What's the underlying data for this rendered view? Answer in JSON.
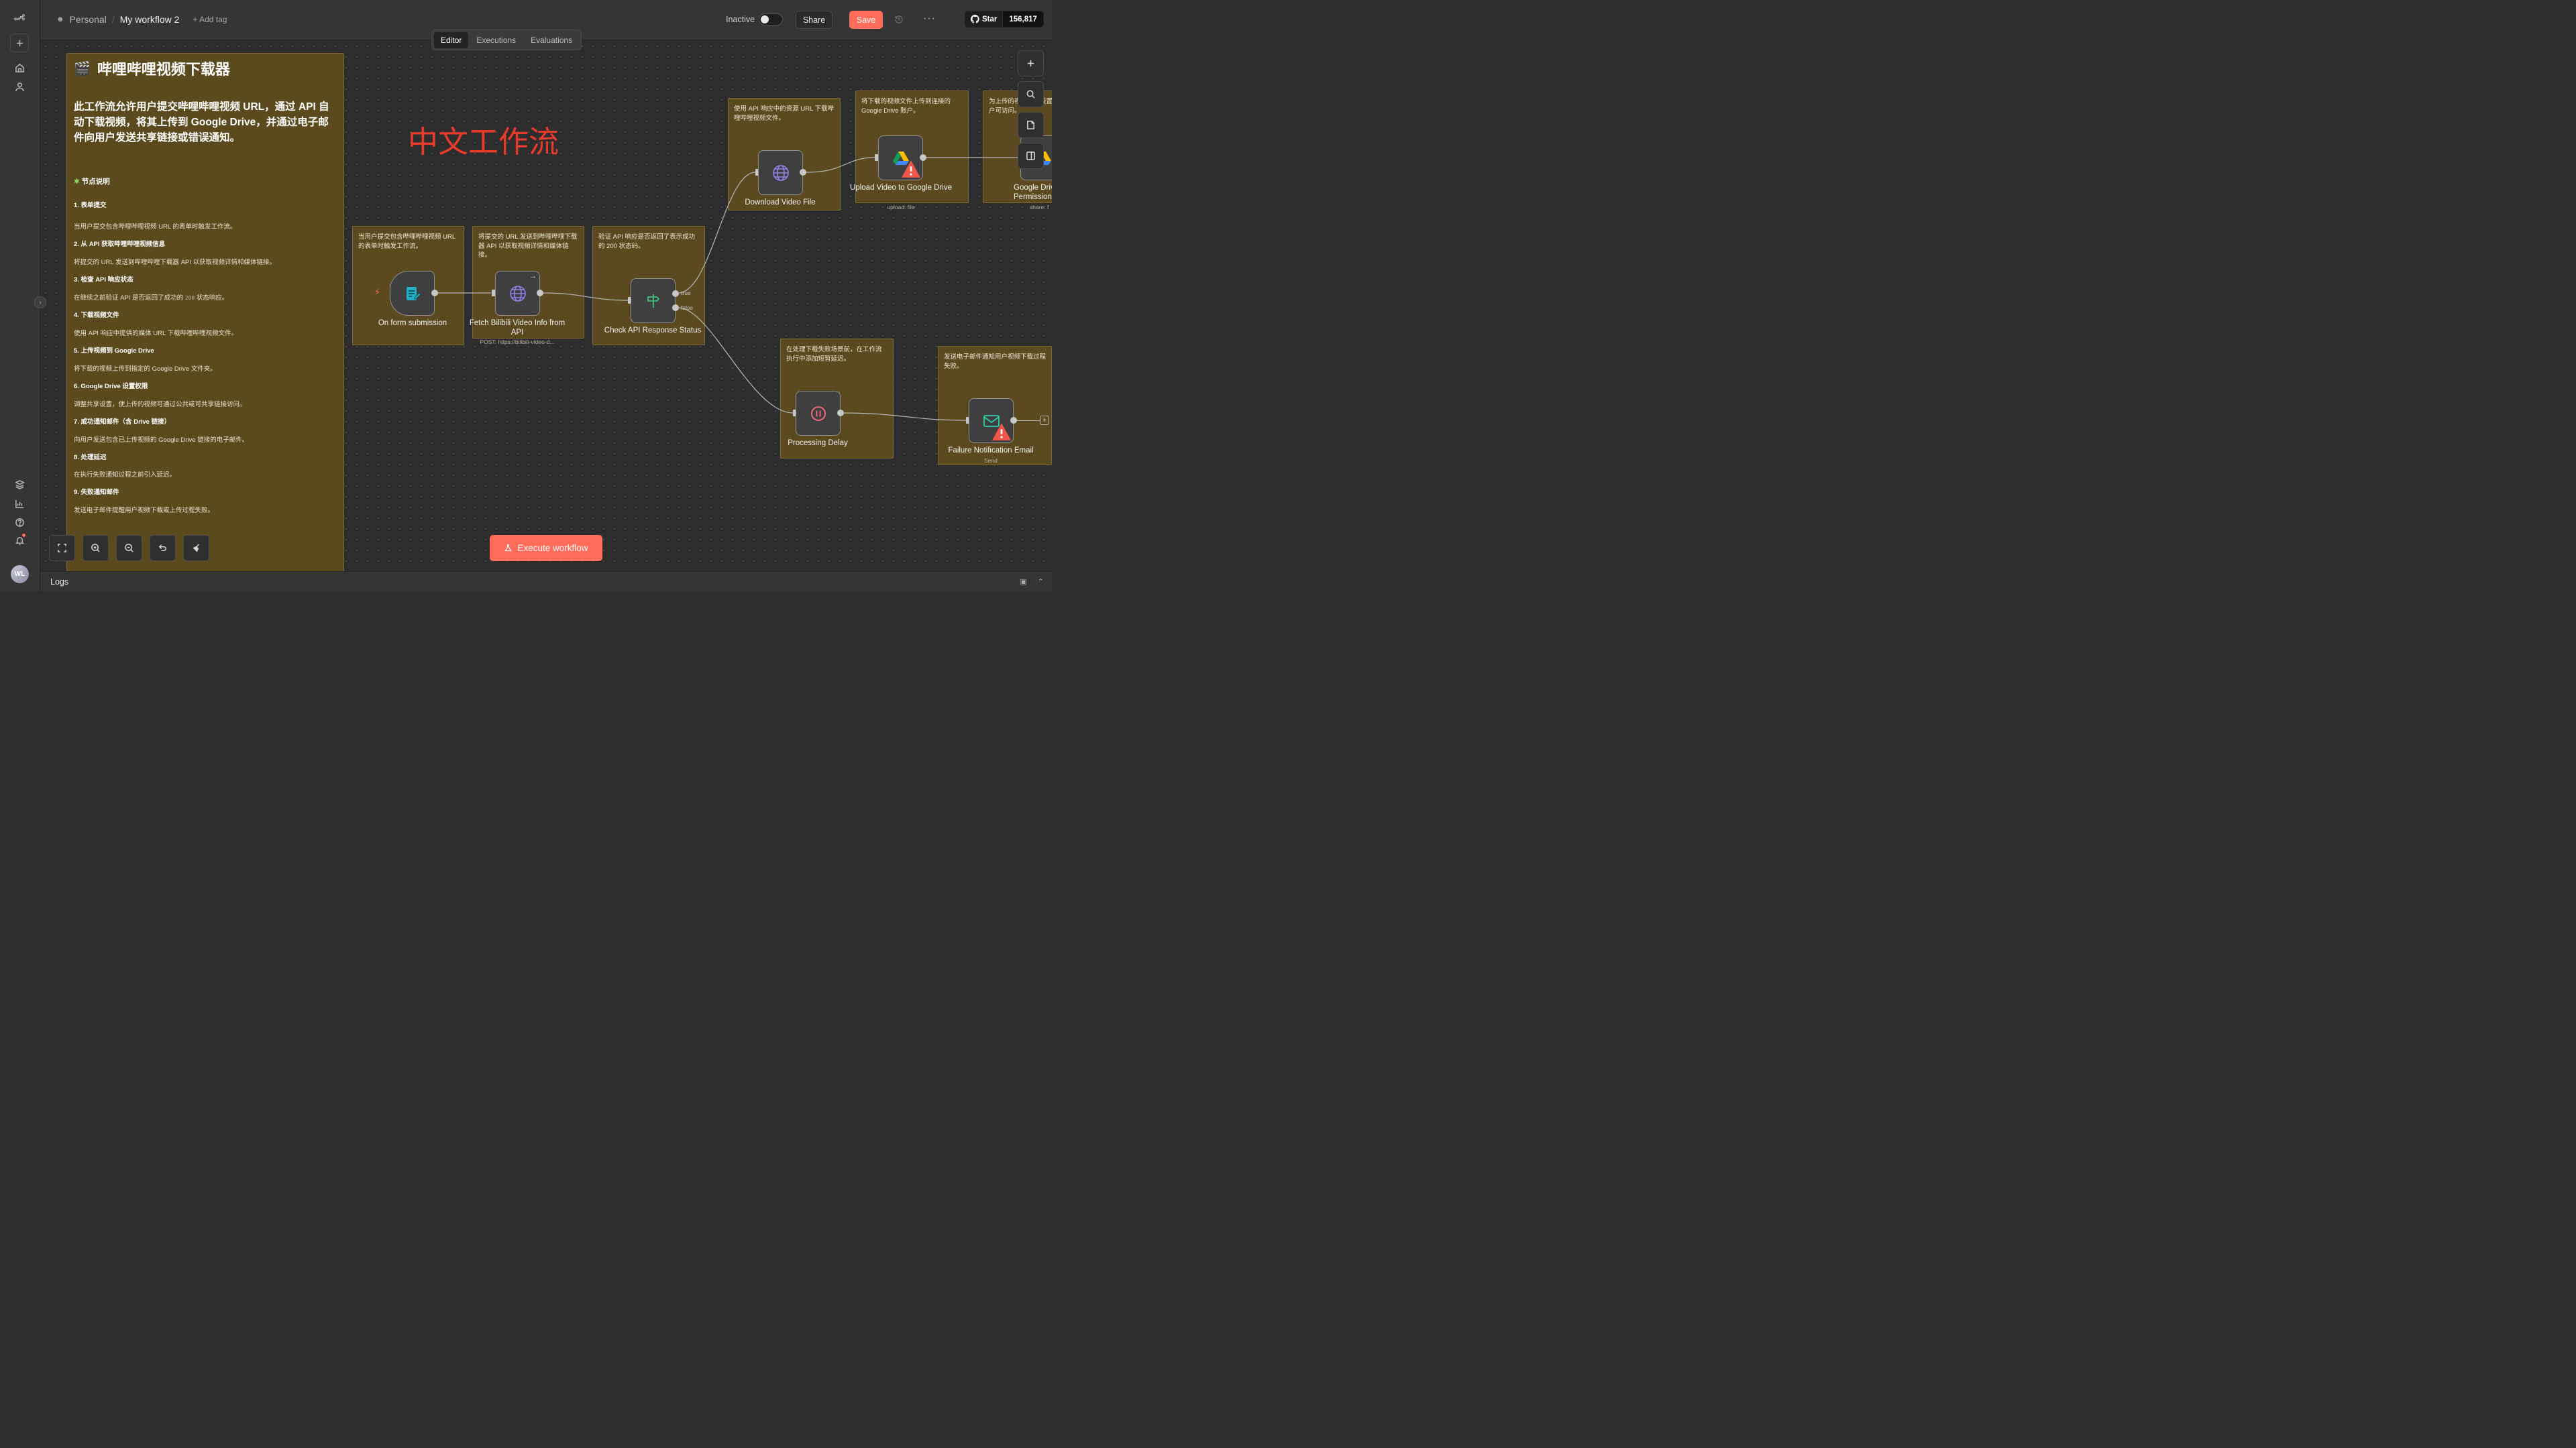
{
  "header": {
    "project": "Personal",
    "workflow_name": "My workflow 2",
    "add_tag": "+ Add tag",
    "status_label": "Inactive",
    "share_label": "Share",
    "save_label": "Save",
    "github_star": "Star",
    "github_count": "156,817"
  },
  "tabs": [
    {
      "label": "Editor",
      "active": true
    },
    {
      "label": "Executions",
      "active": false
    },
    {
      "label": "Evaluations",
      "active": false
    }
  ],
  "main_note": {
    "title": "哔哩哔哩视频下载器",
    "description": "此工作流允许用户提交哔哩哔哩视频 URL，通过 API 自动下载视频，将其上传到 Google Drive，并通过电子邮件向用户发送共享链接或错误通知。",
    "nodes_heading": "节点说明",
    "sections": [
      {
        "title": "1. 表单提交",
        "text": "当用户提交包含哔哩哔哩视频 URL 的表单时触发工作流。"
      },
      {
        "title": "2. 从 API 获取哔哩哔哩视频信息",
        "text": "将提交的 URL 发送到哔哩哔哩下载器 API 以获取视频详情和媒体链接。"
      },
      {
        "title": "3. 检查 API 响应状态",
        "text_before": "在继续之前验证 API 是否返回了成功的 ",
        "code": "200",
        "text_after": " 状态响应。"
      },
      {
        "title": "4. 下载视频文件",
        "text": "使用 API 响应中提供的媒体 URL 下载哔哩哔哩视频文件。"
      },
      {
        "title": "5. 上传视频到 Google Drive",
        "text": "将下载的视频上传到指定的 Google Drive 文件夹。"
      },
      {
        "title": "6. Google Drive 设置权限",
        "text": "调整共享设置，使上传的视频可通过公共或可共享链接访问。"
      },
      {
        "title": "7. 成功通知邮件（含 Drive 链接）",
        "text": "向用户发送包含已上传视频的 Google Drive 链接的电子邮件。"
      },
      {
        "title": "8. 处理延迟",
        "text": "在执行失败通知过程之前引入延迟。"
      },
      {
        "title": "9. 失败通知邮件",
        "text": "发送电子邮件提醒用户视频下载或上传过程失败。"
      }
    ]
  },
  "canvas_heading": "中文工作流",
  "sticky_notes": {
    "form": "当用户提交包含哔哩哔哩视频 URL 的表单时触发工作流。",
    "fetch": "将提交的 URL 发送到哔哩哔哩下载器 API 以获取视频详情和媒体链接。",
    "check": "验证 API 响应是否返回了表示成功的 200 状态码。",
    "download": "使用 API 响应中的资源 URL 下载哔哩哔哩视频文件。",
    "upload": "将下载的视频文件上传到连接的 Google Drive 账户。",
    "permission": "为上传的视频文件设置权限，使其对用户可访问。",
    "delay": "在处理下载失败场景前，在工作流执行中添加短暂延迟。",
    "failure": "发送电子邮件通知用户视频下载过程失败。"
  },
  "nodes": {
    "form": {
      "label": "On form submission"
    },
    "fetch": {
      "label": "Fetch Bilibili Video Info from API",
      "sub": "POST: https://bilibili-video-d..."
    },
    "check": {
      "label": "Check API Response Status",
      "true_label": "true",
      "false_label": "false"
    },
    "download": {
      "label": "Download Video File"
    },
    "upload": {
      "label": "Upload Video to Google Drive",
      "sub": "upload: file"
    },
    "permission": {
      "label": "Google Drive Permissions",
      "sub": "share: f"
    },
    "delay": {
      "label": "Processing Delay"
    },
    "failure": {
      "label": "Failure Notification Email",
      "sub": "Send"
    }
  },
  "execute_label": "Execute workflow",
  "logs_label": "Logs",
  "user_initials": "WL",
  "colors": {
    "accent": "#ff6d5a",
    "sticky": "#5b4a1f",
    "heading_red": "#e83b2b"
  }
}
